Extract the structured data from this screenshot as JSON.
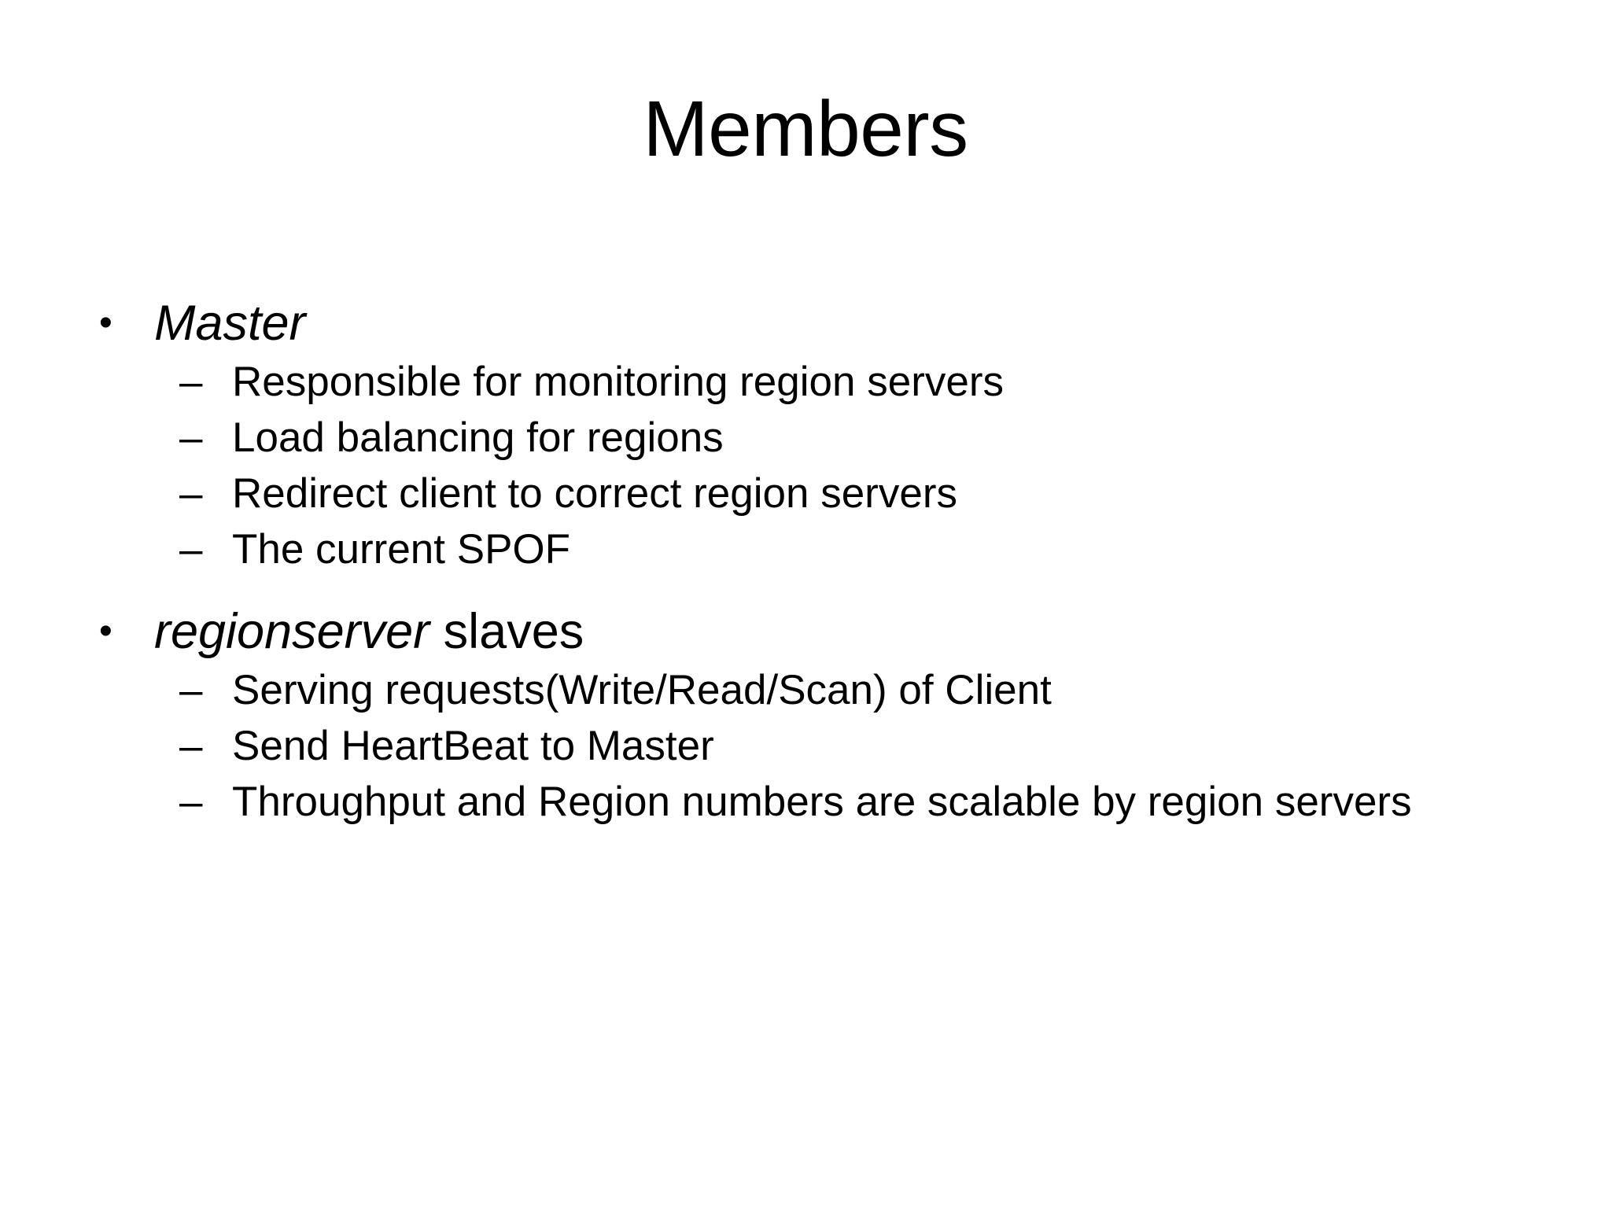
{
  "slide": {
    "title": "Members",
    "background_color": "#ffffff",
    "text_color": "#000000",
    "bullet_level1_marker": "•",
    "bullet_level2_marker": "–",
    "groups": [
      {
        "heading": "Master",
        "heading_style": "italic",
        "items": [
          "Responsible for monitoring region servers",
          "Load balancing for regions",
          "Redirect client to correct region servers",
          "The current SPOF"
        ]
      },
      {
        "heading_italic_part": "regionserver",
        "heading_upright_part": " slaves",
        "heading": "regionserver slaves",
        "heading_style": "italic+normal",
        "items": [
          "Serving requests(Write/Read/Scan) of Client",
          "Send HeartBeat to Master",
          "Throughput and Region numbers are scalable by region servers"
        ]
      }
    ]
  }
}
